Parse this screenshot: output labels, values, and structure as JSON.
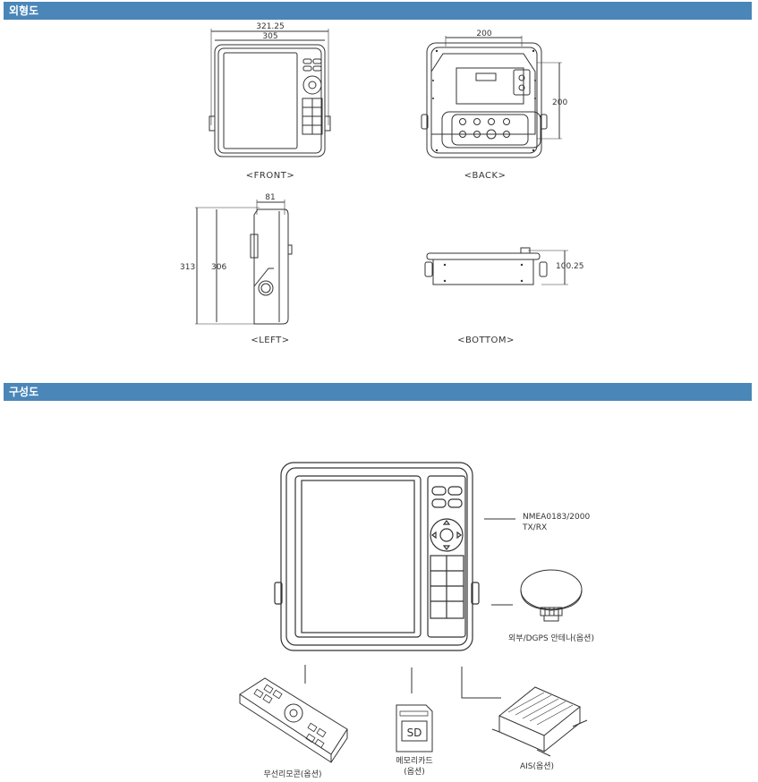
{
  "sections": {
    "outline_title": "외형도",
    "config_title": "구성도"
  },
  "views": {
    "front": "<FRONT>",
    "back": "<BACK>",
    "left": "<LEFT>",
    "bottom": "<BOTTOM>"
  },
  "dimensions": {
    "front_width_outer": "321.25",
    "front_width_inner": "305",
    "back_width": "200",
    "back_height": "200",
    "left_depth": "81",
    "left_height_outer": "313",
    "left_height_inner": "306",
    "bottom_height": "100.25"
  },
  "components": {
    "nmea_line1": "NMEA0183/2000",
    "nmea_line2": "TX/RX",
    "antenna": "외부/DGPS 안테나(옵션)",
    "remote": "무선리모콘(옵션)",
    "memory_line1": "메모리카드",
    "memory_line2": "(옵션)",
    "sd_label": "SD",
    "ais": "AIS(옵션)"
  }
}
